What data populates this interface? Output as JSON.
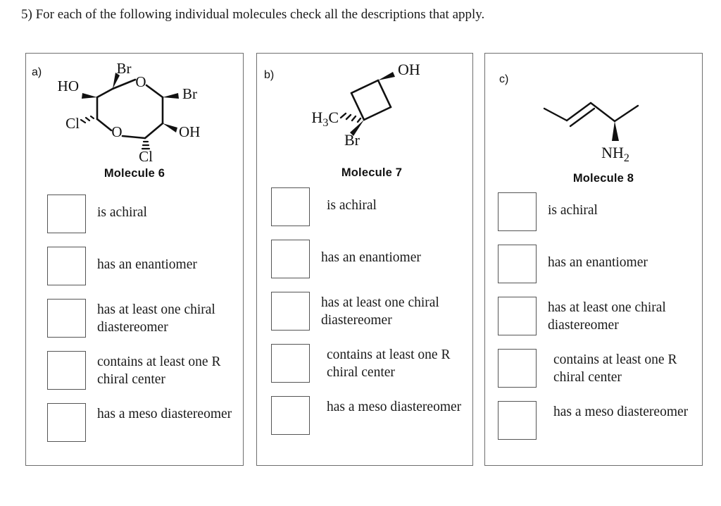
{
  "prompt": "5) For each of the following individual molecules check all the descriptions that apply.",
  "panels": [
    {
      "letter": "a)",
      "molecule_name": "Molecule 6",
      "structure": {
        "ring": "8-membered 1,5-dioxocane ring",
        "atom_labels": [
          "Br",
          "HO",
          "O",
          "Br",
          "Cl",
          "O",
          "OH",
          "Cl"
        ]
      },
      "options": [
        "is achiral",
        "has an enantiomer",
        "has at least one chiral diastereomer",
        "contains at least one R chiral center",
        "has a meso diastereomer"
      ]
    },
    {
      "letter": "b)",
      "molecule_name": "Molecule 7",
      "structure": {
        "ring": "cyclobutane ring",
        "atom_labels": [
          "OH",
          "H3C",
          "Br"
        ]
      },
      "options": [
        "is achiral",
        "has an enantiomer",
        "has at least one chiral diastereomer",
        "contains at least one R chiral center",
        "has a meso diastereomer"
      ]
    },
    {
      "letter": "c)",
      "molecule_name": "Molecule 8",
      "structure": {
        "ring": "open chain pent-3-en-2-amine",
        "atom_labels": [
          "NH2"
        ]
      },
      "options": [
        "is achiral",
        "has an enantiomer",
        "has at least one chiral diastereomer",
        "contains at least one R chiral center",
        "has a meso diastereomer"
      ]
    }
  ],
  "colors": {
    "ink": "#111111",
    "panel_border": "#6e6e6e",
    "checkbox_border": "#555555",
    "background": "#ffffff"
  }
}
